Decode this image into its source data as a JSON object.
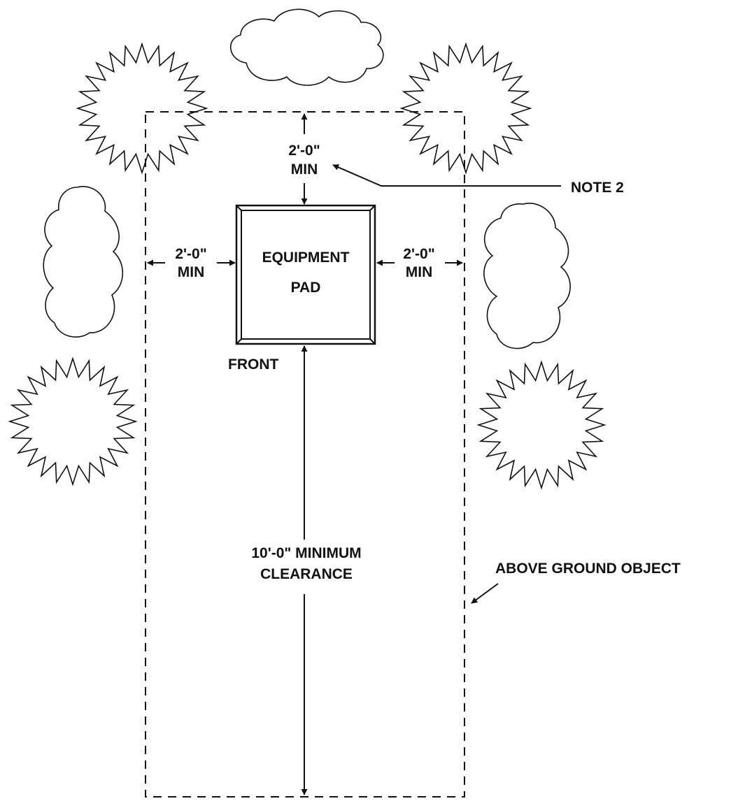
{
  "labels": {
    "top_min_line1": "2'-0\"",
    "top_min_line2": "MIN",
    "left_min_line1": "2'-0\"",
    "left_min_line2": "MIN",
    "right_min_line1": "2'-0\"",
    "right_min_line2": "MIN",
    "pad_line1": "EQUIPMENT",
    "pad_line2": "PAD",
    "front": "FRONT",
    "note2": "NOTE 2",
    "clearance_line1": "10'-0\" MINIMUM",
    "clearance_line2": "CLEARANCE",
    "above_ground_object": "ABOVE GROUND OBJECT"
  },
  "colors": {
    "ink": "#111111",
    "background": "#ffffff"
  }
}
